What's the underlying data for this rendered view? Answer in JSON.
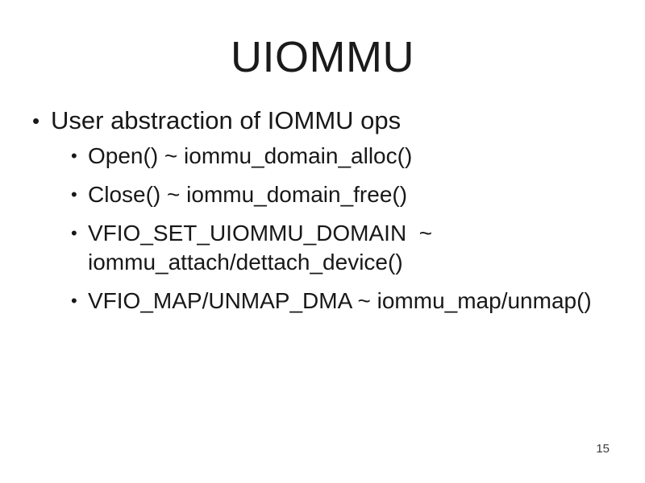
{
  "slide": {
    "title": "UIOMMU",
    "page_number": "15",
    "background_color": "#ffffff",
    "text_color": "#181818",
    "bullets": [
      {
        "level": 1,
        "marker": "•",
        "text": "User abstraction of IOMMU ops"
      },
      {
        "level": 2,
        "marker": "•",
        "text": "Open() ~ iommu_domain_alloc()"
      },
      {
        "level": 2,
        "marker": "•",
        "text": "Close() ~ iommu_domain_free()"
      },
      {
        "level": 2,
        "marker": "•",
        "text": "VFIO_SET_UIOMMU_DOMAIN  ~ iommu_attach/dettach_device()"
      },
      {
        "level": 2,
        "marker": "•",
        "text": "VFIO_MAP/UNMAP_DMA ~ iommu_map/unmap()"
      }
    ]
  }
}
